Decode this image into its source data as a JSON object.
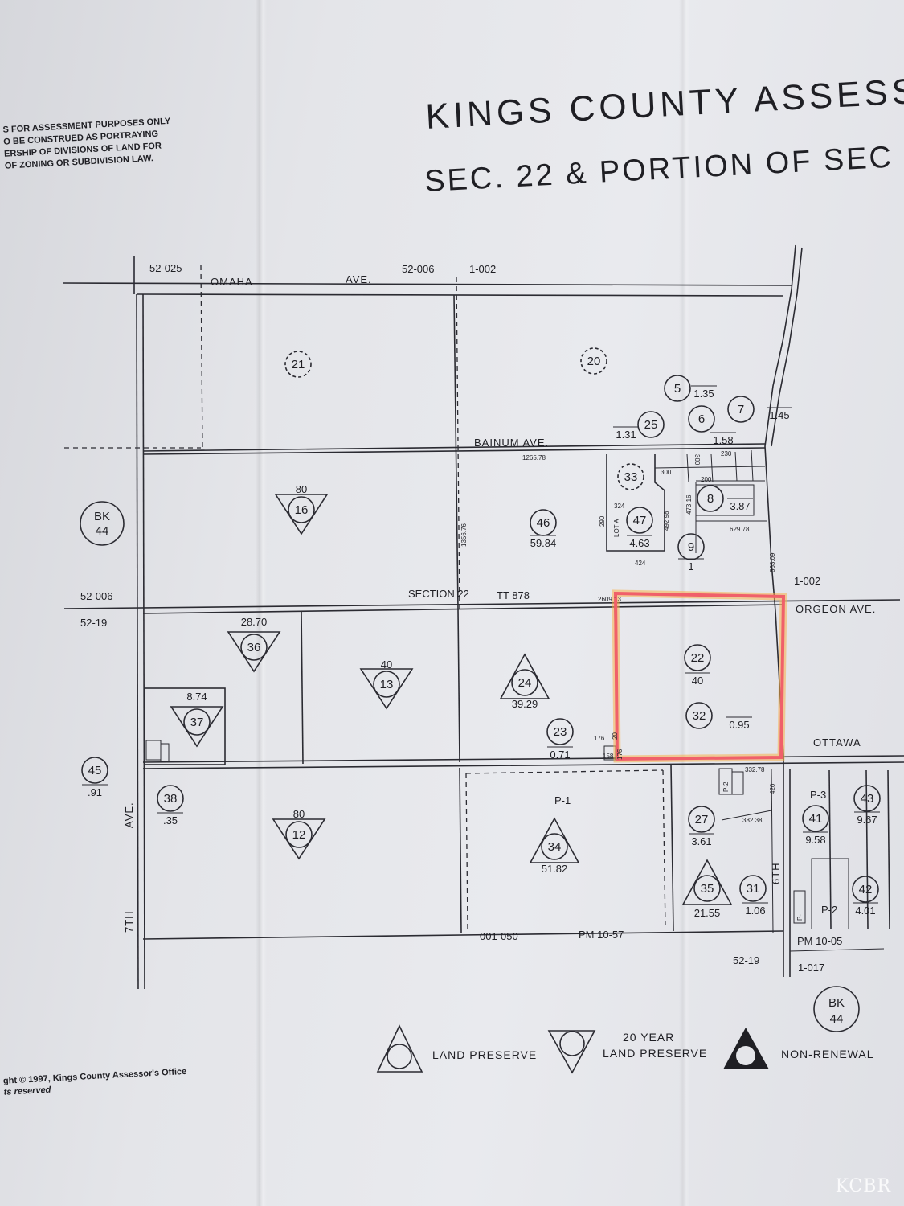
{
  "header": {
    "title": "KINGS COUNTY ASSESS",
    "subtitle": "SEC. 22 & PORTION OF SEC",
    "disclaimer": [
      "S FOR ASSESSMENT PURPOSES ONLY",
      "O BE CONSTRUED AS PORTRAYING",
      "ERSHIP OF DIVISIONS OF LAND FOR",
      "OF ZONING OR SUBDIVISION LAW."
    ]
  },
  "map_refs": {
    "ref_52_025": "52-025",
    "ref_52_006_top": "52-006",
    "ref_1_002_top": "1-002",
    "ref_52_006_left": "52-006",
    "ref_52_19_left": "52-19",
    "ref_1_002_right": "1-002",
    "ref_001_050": "001-050",
    "pm_10_57": "PM 10-57",
    "pm_10_05": "PM 10-05",
    "ref_52_19_bottom": "52-19",
    "ref_1_017": "1-017",
    "section": "SECTION 22",
    "tract": "TT 878",
    "book_left": {
      "line1": "BK",
      "line2": "44"
    },
    "book_right": {
      "line1": "BK",
      "line2": "44"
    }
  },
  "roads": {
    "omaha": "OMAHA",
    "ave_omaha": "AVE.",
    "bainum": "BAINUM AVE.",
    "orgeon": "ORGEON AVE.",
    "ottawa": "OTTAWA",
    "seventh": "7TH",
    "seventh_ave": "AVE.",
    "sixth": "6TH"
  },
  "parcels": [
    {
      "id": "21",
      "acres": ""
    },
    {
      "id": "20",
      "acres": ""
    },
    {
      "id": "5",
      "acres": "1.35"
    },
    {
      "id": "6",
      "acres": "1.58"
    },
    {
      "id": "7",
      "acres": "1.45"
    },
    {
      "id": "25",
      "acres": "1.31"
    },
    {
      "id": "33",
      "acres": ""
    },
    {
      "id": "8",
      "acres": "3.87"
    },
    {
      "id": "47",
      "acres": "4.63"
    },
    {
      "id": "9",
      "acres": "1"
    },
    {
      "id": "46",
      "acres": "59.84"
    },
    {
      "id": "16",
      "acres": "80"
    },
    {
      "id": "36",
      "acres": "28.70"
    },
    {
      "id": "13",
      "acres": "40"
    },
    {
      "id": "24",
      "acres": "39.29"
    },
    {
      "id": "22",
      "acres": "40"
    },
    {
      "id": "32",
      "acres": "0.95"
    },
    {
      "id": "23",
      "acres": "0.71"
    },
    {
      "id": "37",
      "acres": "8.74"
    },
    {
      "id": "45",
      "acres": ".91"
    },
    {
      "id": "38",
      "acres": ".35"
    },
    {
      "id": "12",
      "acres": "80"
    },
    {
      "id": "34",
      "acres": "51.82"
    },
    {
      "id": "27",
      "acres": "3.61"
    },
    {
      "id": "41",
      "acres": "9.58"
    },
    {
      "id": "43",
      "acres": "9.67"
    },
    {
      "id": "35",
      "acres": "21.55"
    },
    {
      "id": "31",
      "acres": "1.06"
    },
    {
      "id": "42",
      "acres": "4.01"
    }
  ],
  "plats": {
    "p1": "P-1",
    "p2a": "P-2",
    "p2b": "P-2",
    "p3": "P-3",
    "p_small": "P-"
  },
  "dimensions": {
    "d1265": "1265.78",
    "d1356": "1356.76",
    "d2609": "2609.13",
    "d663": "663.09",
    "d629": "629.78",
    "d473": "473.16",
    "d492": "492.98",
    "d300": "300",
    "d300b": "300",
    "d200": "200",
    "d230": "230",
    "d324": "324",
    "d290": "290",
    "d424": "424",
    "d176a": "176",
    "d176b": "176",
    "d158": "158",
    "d20": "20",
    "d332": "332.78",
    "d382": "382.38",
    "d420": "420",
    "lot_a": "LOT A"
  },
  "legend": {
    "land_preserve": "LAND PRESERVE",
    "twenty_year_1": "20 YEAR",
    "twenty_year_2": "LAND PRESERVE",
    "non_renewal": "NON-RENEWAL"
  },
  "copyright": {
    "line1": "ght © 1997, Kings County Assessor's Office",
    "line2": "ts reserved"
  },
  "watermark": "KCBR",
  "colors": {
    "highlight": "#f0606a",
    "highlight_glow": "#f7b04a",
    "ink": "#2b2b32"
  }
}
